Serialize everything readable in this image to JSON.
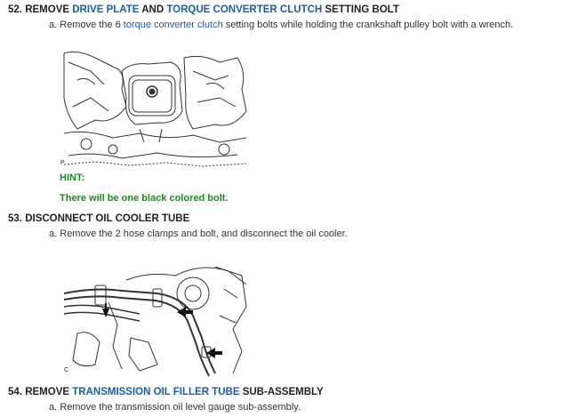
{
  "steps": [
    {
      "number": "52.",
      "title_parts": [
        "REMOVE ",
        "DRIVE PLATE",
        " AND ",
        "TORQUE CONVERTER CLUTCH",
        " SETTING BOLT"
      ],
      "substep": {
        "letter": "a.",
        "text_parts": [
          "Remove the 6 ",
          "torque converter clutch",
          " setting bolts while holding the crankshaft pulley bolt with a wrench."
        ]
      },
      "figure_id": "P",
      "hint_label": "HINT:",
      "hint_text": "There will be one black colored bolt."
    },
    {
      "number": "53.",
      "title_parts": [
        "DISCONNECT OIL COOLER TUBE"
      ],
      "substep": {
        "letter": "a.",
        "text_parts": [
          "Remove the 2 hose clamps and bolt, and disconnect the oil cooler."
        ]
      },
      "figure_id": "C"
    },
    {
      "number": "54.",
      "title_parts": [
        "REMOVE ",
        "TRANSMISSION OIL FILLER TUBE",
        " SUB-ASSEMBLY"
      ],
      "substep": {
        "letter": "a.",
        "text_parts": [
          "Remove the transmission oil level gauge sub-assembly."
        ]
      }
    }
  ],
  "colors": {
    "link": "#1a5fa8",
    "hint": "#1e8a1e",
    "text": "#222222"
  }
}
